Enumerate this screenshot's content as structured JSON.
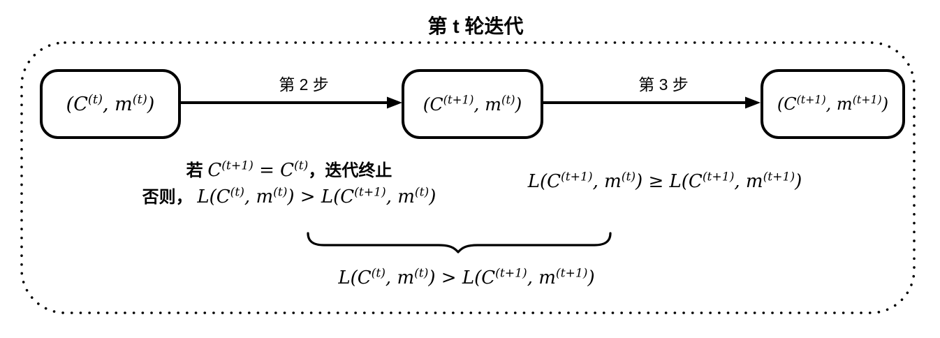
{
  "title": "第 t 轮迭代",
  "boxes": [
    {
      "id": "state-initial",
      "math": "(C^{(t)}, m^{(t)})"
    },
    {
      "id": "state-intermediate",
      "math": "(C^{(t+1)}, m^{(t)})"
    },
    {
      "id": "state-next",
      "math": "(C^{(t+1)}, m^{(t+1)})"
    }
  ],
  "arrows": [
    {
      "label": "第 2 步"
    },
    {
      "label": "第 3 步"
    }
  ],
  "notes": {
    "line1_prefix": "若 ",
    "line1_math": "C^{(t+1)} = C^{(t)}",
    "line1_suffix": "，迭代终止",
    "line2_prefix": "否则， ",
    "line2_math": "L(C^{(t)}, m^{(t)}) > L(C^{(t+1)}, m^{(t)})",
    "step3_inequality": "L(C^{(t+1)}, m^{(t)}) ≥ L(C^{(t+1)}, m^{(t+1)})",
    "combined_inequality": "L(C^{(t)}, m^{(t)}) > L(C^{(t+1)}, m^{(t+1)})"
  },
  "colors": {
    "ink": "#000000",
    "background": "#ffffff"
  }
}
